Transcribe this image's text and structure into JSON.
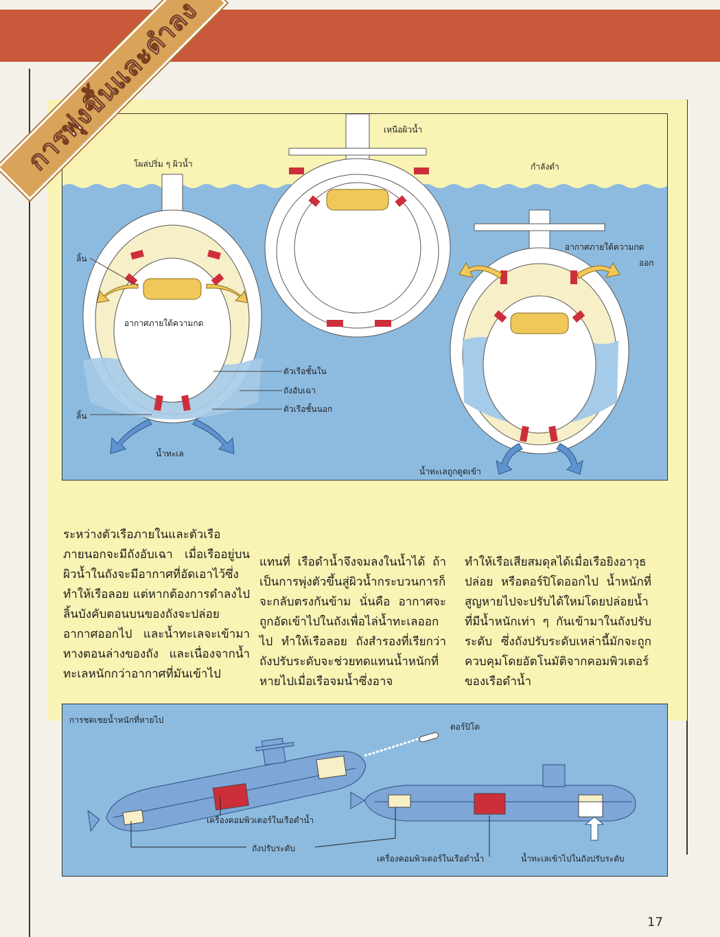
{
  "title": "การพุ่งขึ้นและดำลง",
  "top_diagram": {
    "label_half_surfaced": "โผล่ปริ่ม ๆ ผิวน้ำ",
    "label_surfaced": "เหนือผิวน้ำ",
    "label_diving": "กำลังดำ",
    "label_valve_top": "ลิ้น",
    "label_valve_bottom": "ลิ้น",
    "label_compressed_air": "อากาศภายใต้ความกด",
    "label_inner_hull": "ตัวเรือชั้นใน",
    "label_ballast_tank": "ถังอับเฉา",
    "label_outer_hull": "ตัวเรือชั้นนอก",
    "label_seawater": "น้ำทะเล",
    "label_air_out_1": "อากาศภายใต้ความกด",
    "label_air_out_2": "ออก",
    "label_water_in": "น้ำทะเลถูกดูดเข้า"
  },
  "columns": [
    "ระหว่างตัวเรือภายในและตัวเรือภายนอกจะมีถังอับเฉา เมื่อเรืออยู่บนผิวน้ำในถังจะมีอากาศที่อัดเอาไว้ซึ่งทำให้เรือลอย แต่หากต้องการดำลงไป ลิ้นบังคับตอนบนของถังจะปล่อยอากาศออกไป และน้ำทะเลจะเข้ามาทางตอนล่างของถัง และเนื่องจากน้ำทะเลหนักกว่าอากาศที่มันเข้าไป",
    "แทนที่ เรือดำน้ำจึงจมลงในน้ำได้ ถ้าเป็นการพุ่งตัวขึ้นสู่ผิวน้ำกระบวนการก็จะกลับตรงกันข้าม นั่นคือ อากาศจะถูกอัดเข้าไปในถังเพื่อไล่น้ำทะเลออกไป ทำให้เรือลอย ถังสำรองที่เรียกว่าถังปรับระดับจะช่วยทดแทนน้ำหนักที่หายไปเมื่อเรือจมน้ำซึ่งอาจ",
    "ทำให้เรือเสียสมดุลได้เมื่อเรือยิงอาวุธปล่อย หรือตอร์ปิโดออกไป น้ำหนักที่สูญหายไปจะปรับได้ใหม่โดยปล่อยน้ำที่มีน้ำหนักเท่า ๆ กันเข้ามาในถังปรับระดับ ซึ่งถังปรับระดับเหล่านี้มักจะถูกควบคุมโดยอัตโนมัติจากคอมพิวเตอร์ของเรือดำน้ำ"
  ],
  "bottom_diagram": {
    "caption": "การชดเชยน้ำหนักที่หายไป",
    "label_torpedo": "ตอร์ปิโด",
    "label_computer_1": "เครื่องคอมพิวเตอร์ในเรือดำน้ำ",
    "label_trim_tank": "ถังปรับระดับ",
    "label_computer_2": "เครื่องคอมพิวเตอร์ในเรือดำน้ำ",
    "label_water_into_trim": "น้ำทะเลเข้าไปในถังปรับระดับ"
  },
  "page_number": "17",
  "colors": {
    "orange_band": "#c9573a",
    "panel_yellow": "#f9f3b4",
    "water_blue": "#8dbbe0",
    "hull_white": "#ffffff",
    "tank_cream": "#f6efc8",
    "chamber_gold": "#f0c85a",
    "valve_red": "#cc2f3a",
    "computer_red": "#cc2f3a",
    "arrow_blue": "#5f93cf"
  },
  "icons": [
    "submarine-cross-section-icon",
    "submarine-side-icon",
    "torpedo-icon",
    "arrow-icon"
  ]
}
